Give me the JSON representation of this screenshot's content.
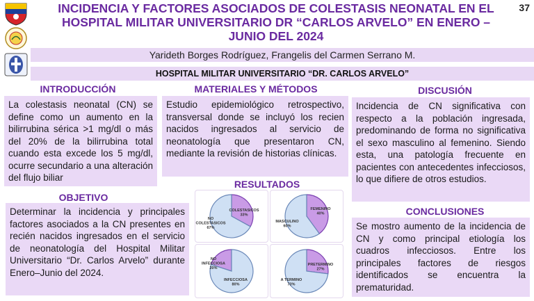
{
  "header": {
    "title_line1": "INCIDENCIA Y FACTORES ASOCIADOS DE COLESTASIS NEONATAL EN EL",
    "title_line2": "HOSPITAL MILITAR UNIVERSITARIO DR “CARLOS ARVELO” EN ENERO –",
    "title_line3": "JUNIO DEL 2024",
    "page_number": "37",
    "authors": "Yarideth Borges Rodríguez, Frangelis del Carmen Serrano M.",
    "hospital": "HOSPITAL MILITAR UNIVERSITARIO  “DR. CARLOS ARVELO”"
  },
  "colors": {
    "accent": "#6a2aa0",
    "box_bg": "#ead9f6",
    "pie_purple": "#c99be6",
    "pie_blue": "#cfe0f4"
  },
  "intro": {
    "title": "INTRODUCCIÓN",
    "text": "La colestasis neonatal (CN) se define como un aumento en la bilirrubina sérica >1 mg/dl o más del 20% de la bilirrubina total cuando esta excede los 5 mg/dl, ocurre secundario a una alteración del flujo biliar"
  },
  "objective": {
    "title": "OBJETIVO",
    "text": "Determinar la incidencia y principales factores asociados a la CN presentes en recién nacidos ingresados en el servicio de neonatología del Hospital Militar Universitario “Dr. Carlos Arvelo” durante Enero–Junio del 2024."
  },
  "methods": {
    "title": "MATERIALES Y MÉTODOS",
    "text": "Estudio epidemiológico retrospectivo, transversal donde se incluyó los recien nacidos ingresados al servicio de neonatología que presentaron CN, mediante la revisión de historias clínicas."
  },
  "results": {
    "title": "RESULTADOS"
  },
  "discussion": {
    "title": "DISCUSIÓN",
    "text": "Incidencia de CN significativa con respecto a la población ingresada, predominando de forma no significativa el sexo masculino al femenino.  Siendo esta, una patología frecuente en pacientes con antecedentes infecciosos, lo que difiere de otros estudios."
  },
  "conclusions": {
    "title": "CONCLUSIONES",
    "text": "Se mostro aumento de la incidencia de CN y como principal etiología los cuadros infecciosos. Entre los principales factores de riesgos identificados se encuentra la prematuridad."
  },
  "chart_data": [
    {
      "type": "pie",
      "slices": [
        {
          "label": "COLESTASICOS",
          "value": 33,
          "value_label": "33%"
        },
        {
          "label": "NO COLESTASICOS",
          "value": 67,
          "value_label": "67%"
        }
      ]
    },
    {
      "type": "pie",
      "slices": [
        {
          "label": "FEMENINO",
          "value": 40,
          "value_label": "40%"
        },
        {
          "label": "MASCULINO",
          "value": 60,
          "value_label": "60%"
        }
      ]
    },
    {
      "type": "pie",
      "slices": [
        {
          "label": "NO INFECCIOSA",
          "value": 20,
          "value_label": "20%"
        },
        {
          "label": "INFECCIOSA",
          "value": 80,
          "value_label": "80%"
        }
      ]
    },
    {
      "type": "pie",
      "slices": [
        {
          "label": "PRETERMINO",
          "value": 27,
          "value_label": "27%"
        },
        {
          "label": "A TERMINO",
          "value": 73,
          "value_label": "73%"
        }
      ]
    }
  ]
}
